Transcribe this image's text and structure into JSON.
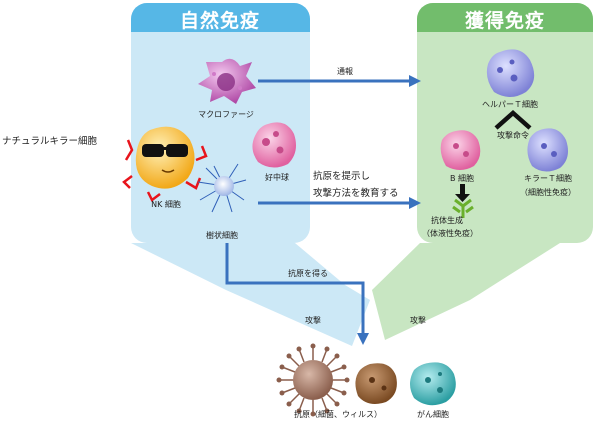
{
  "innate": {
    "title": "自然免疫",
    "macrophage": "マクロファージ",
    "nk_outside": "ナチュラルキラー細胞",
    "nk_cell": "NK 細胞",
    "neutrophil": "好中球",
    "dendritic": "樹状細胞"
  },
  "acquired": {
    "title": "獲得免疫",
    "helper_t": "ヘルパーＴ細胞",
    "attack_order": "攻撃命令",
    "b_cell": "B 細胞",
    "killer_t": "キラーＴ細胞",
    "killer_t_sub": "（細胞性免疫）",
    "antibody": "抗体生成",
    "antibody_sub": "（体液性免疫）"
  },
  "arrows": {
    "notify": "通報",
    "present_1": "抗原を提示し",
    "present_2": "攻撃方法を教育する",
    "get_antigen": "抗原を得る",
    "attack_left": "攻撃",
    "attack_right": "攻撃"
  },
  "targets": {
    "antigen": "抗原（細菌、ウィルス）",
    "cancer": "がん細胞"
  },
  "colors": {
    "innate_bg": "#cce8f6",
    "innate_title": "#56b7e6",
    "acquired_bg": "#c8e6c2",
    "acquired_title": "#72bd6c",
    "arrow_blue": "#3a72be",
    "nk_spikes": "#e8141c"
  }
}
